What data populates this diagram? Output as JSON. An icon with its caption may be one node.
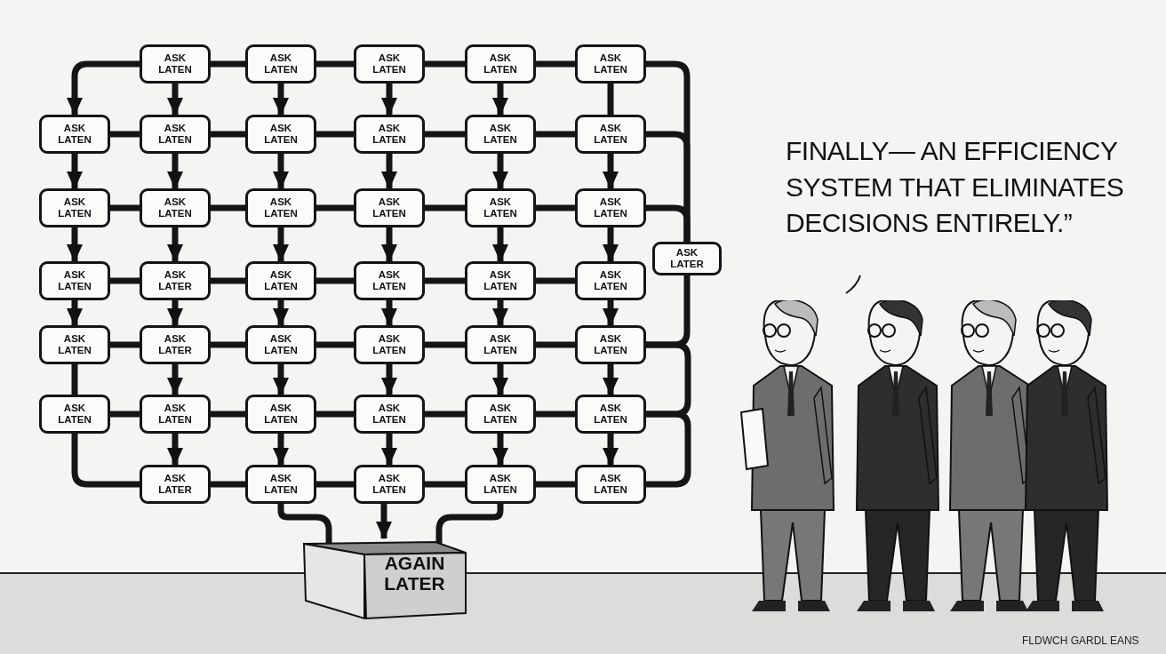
{
  "diagram": {
    "nodes": [
      {
        "text": [
          "ASK LATEN"
        ]
      },
      {
        "text": [
          "ASK LATEN"
        ]
      },
      {
        "text": [
          "ASK LATEN"
        ]
      },
      {
        "text": [
          "ASK LATEN"
        ]
      },
      {
        "text": [
          "ASK LATEN"
        ]
      },
      {
        "text": [
          "ASK LATEN"
        ]
      },
      {
        "text": [
          "ASK LATEN"
        ]
      },
      {
        "text": [
          "ASK LATEN"
        ]
      },
      {
        "text": [
          "ASK LATEN"
        ]
      },
      {
        "text": [
          "ASK LATEN"
        ]
      },
      {
        "text": [
          "ASK LATEN"
        ]
      },
      {
        "text": [
          "ASK LATEN"
        ]
      },
      {
        "text": [
          "ASK LATEN"
        ]
      },
      {
        "text": [
          "ASK LATEN"
        ]
      },
      {
        "text": [
          "ASK LATEN"
        ]
      },
      {
        "text": [
          "ASK LATEN"
        ]
      },
      {
        "text": [
          "ASK LATEN"
        ]
      },
      {
        "text": [
          "ASK LATEN"
        ]
      },
      {
        "text": [
          "ASK LATER"
        ]
      },
      {
        "text": [
          "ASK LATEN"
        ]
      },
      {
        "text": [
          "ASK LATEN"
        ]
      },
      {
        "text": [
          "ASK LATEN"
        ]
      },
      {
        "text": [
          "ASK LATEN"
        ]
      },
      {
        "text": [
          "ASK LATEN"
        ]
      },
      {
        "text": [
          "ASK LATER"
        ]
      },
      {
        "text": [
          "ASK LATEN"
        ]
      },
      {
        "text": [
          "ASK LATEN"
        ]
      },
      {
        "text": [
          "ASK LATEN"
        ]
      },
      {
        "text": [
          "ASK LATEN"
        ]
      },
      {
        "text": [
          "ASK LATEN"
        ]
      },
      {
        "text": [
          "ASK LATEN"
        ]
      },
      {
        "text": [
          "ASK LATEN"
        ]
      },
      {
        "text": [
          "ASK LATEN"
        ]
      },
      {
        "text": [
          "ASK LATEN"
        ]
      },
      {
        "text": [
          "ASK LATEN"
        ]
      },
      {
        "text": [
          "ASK LATER"
        ]
      },
      {
        "text": [
          "ASK LATEN"
        ]
      },
      {
        "text": [
          "ASK LATEN"
        ]
      },
      {
        "text": [
          "ASK LATEN"
        ]
      },
      {
        "text": [
          "ASK LATEN"
        ]
      },
      {
        "text": [
          "ASK LATER"
        ]
      },
      {
        "text": [
          "AGAIN LATER"
        ]
      }
    ],
    "edges": [
      {
        "from": 0,
        "to": 1,
        "arrow": "none"
      },
      {
        "from": 1,
        "to": 2,
        "arrow": "none"
      },
      {
        "from": 2,
        "to": 3,
        "arrow": "none"
      },
      {
        "from": 3,
        "to": 4,
        "arrow": "none"
      },
      {
        "from": 5,
        "to": 6,
        "arrow": "none"
      },
      {
        "from": 6,
        "to": 7,
        "arrow": "none"
      },
      {
        "from": 7,
        "to": 8,
        "arrow": "none"
      },
      {
        "from": 8,
        "to": 9,
        "arrow": "none"
      },
      {
        "from": 9,
        "to": 10,
        "arrow": "none"
      },
      {
        "from": 11,
        "to": 12,
        "arrow": "none"
      },
      {
        "from": 12,
        "to": 13,
        "arrow": "none"
      },
      {
        "from": 13,
        "to": 14,
        "arrow": "none"
      },
      {
        "from": 14,
        "to": 15,
        "arrow": "none"
      },
      {
        "from": 15,
        "to": 16,
        "arrow": "none"
      },
      {
        "from": 17,
        "to": 18,
        "arrow": "none"
      },
      {
        "from": 18,
        "to": 19,
        "arrow": "none"
      },
      {
        "from": 19,
        "to": 20,
        "arrow": "none"
      },
      {
        "from": 20,
        "to": 21,
        "arrow": "none"
      },
      {
        "from": 21,
        "to": 22,
        "arrow": "none"
      },
      {
        "from": 23,
        "to": 24,
        "arrow": "none"
      },
      {
        "from": 24,
        "to": 25,
        "arrow": "none"
      },
      {
        "from": 25,
        "to": 26,
        "arrow": "none"
      },
      {
        "from": 26,
        "to": 27,
        "arrow": "none"
      },
      {
        "from": 27,
        "to": 28,
        "arrow": "none"
      },
      {
        "from": 29,
        "to": 30,
        "arrow": "none"
      },
      {
        "from": 30,
        "to": 31,
        "arrow": "none"
      },
      {
        "from": 31,
        "to": 32,
        "arrow": "none"
      },
      {
        "from": 32,
        "to": 33,
        "arrow": "none"
      },
      {
        "from": 33,
        "to": 34,
        "arrow": "none"
      },
      {
        "from": 35,
        "to": 36,
        "arrow": "none"
      },
      {
        "from": 36,
        "to": 37,
        "arrow": "none"
      },
      {
        "from": 37,
        "to": 38,
        "arrow": "none"
      },
      {
        "from": 38,
        "to": 39,
        "arrow": "none"
      },
      {
        "from": 5,
        "to": 11,
        "arrow": "to"
      },
      {
        "from": 11,
        "to": 17,
        "arrow": "to"
      },
      {
        "from": 17,
        "to": 23,
        "arrow": "to"
      },
      {
        "from": 23,
        "to": 29,
        "arrow": "none"
      },
      {
        "from": 0,
        "to": 6,
        "arrow": "to"
      },
      {
        "from": 6,
        "to": 12,
        "arrow": "to"
      },
      {
        "from": 12,
        "to": 18,
        "arrow": "to"
      },
      {
        "from": 18,
        "to": 24,
        "arrow": "to"
      },
      {
        "from": 24,
        "to": 30,
        "arrow": "to"
      },
      {
        "from": 30,
        "to": 35,
        "arrow": "to"
      },
      {
        "from": 1,
        "to": 7,
        "arrow": "to"
      },
      {
        "from": 7,
        "to": 13,
        "arrow": "to"
      },
      {
        "from": 13,
        "to": 19,
        "arrow": "to"
      },
      {
        "from": 19,
        "to": 25,
        "arrow": "to"
      },
      {
        "from": 25,
        "to": 31,
        "arrow": "to"
      },
      {
        "from": 31,
        "to": 36,
        "arrow": "to"
      },
      {
        "from": 2,
        "to": 8,
        "arrow": "to"
      },
      {
        "from": 8,
        "to": 14,
        "arrow": "to"
      },
      {
        "from": 14,
        "to": 20,
        "arrow": "to"
      },
      {
        "from": 20,
        "to": 26,
        "arrow": "to"
      },
      {
        "from": 26,
        "to": 32,
        "arrow": "to"
      },
      {
        "from": 32,
        "to": 37,
        "arrow": "to"
      },
      {
        "from": 3,
        "to": 9,
        "arrow": "to"
      },
      {
        "from": 9,
        "to": 15,
        "arrow": "to"
      },
      {
        "from": 15,
        "to": 21,
        "arrow": "to"
      },
      {
        "from": 21,
        "to": 27,
        "arrow": "to"
      },
      {
        "from": 27,
        "to": 33,
        "arrow": "to"
      },
      {
        "from": 33,
        "to": 38,
        "arrow": "to"
      },
      {
        "from": 4,
        "to": 10,
        "arrow": "none"
      },
      {
        "from": 10,
        "to": 16,
        "arrow": "to"
      },
      {
        "from": 16,
        "to": 22,
        "arrow": "to"
      },
      {
        "from": 22,
        "to": 28,
        "arrow": "to"
      },
      {
        "from": 28,
        "to": 34,
        "arrow": "to"
      },
      {
        "from": 34,
        "to": 39,
        "arrow": "to"
      },
      {
        "from": 0,
        "to": 5,
        "arrow": "to"
      },
      {
        "from": 29,
        "to": 35,
        "arrow": "none"
      },
      {
        "from": 4,
        "to": 40,
        "arrow": "none"
      },
      {
        "from": 10,
        "to": 40,
        "arrow": "none"
      },
      {
        "from": 16,
        "to": 40,
        "arrow": "none"
      },
      {
        "from": 40,
        "to": 28,
        "arrow": "none"
      },
      {
        "from": 28,
        "to": 34,
        "arrow": "none"
      },
      {
        "from": 34,
        "to": 39,
        "arrow": "none"
      },
      {
        "from": 36,
        "to": 41,
        "arrow": "none"
      },
      {
        "from": 37,
        "to": 41,
        "arrow": "to"
      },
      {
        "from": 38,
        "to": 41,
        "arrow": "none"
      }
    ],
    "labels": [
      "FINALLY— AN EFFICIENCY SYSTEM THAT ELIMINATES DECISIONS ENTIRELY.”",
      "FLDWCH GARDL EANS"
    ]
  }
}
